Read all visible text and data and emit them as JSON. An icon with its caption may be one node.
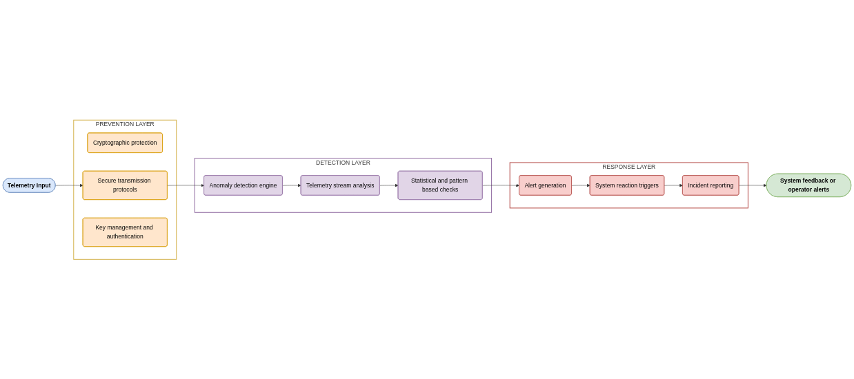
{
  "diagram": {
    "nodes": [
      {
        "text": [
          "Telemetry Input"
        ]
      },
      {
        "text": [
          "PREVENTION LAYER"
        ]
      },
      {
        "text": [
          "Cryptographic protection"
        ],
        "in": 1
      },
      {
        "text": [
          "Secure transmission protocols"
        ],
        "in": 1
      },
      {
        "text": [
          "Key management and authentication"
        ],
        "in": 1
      },
      {
        "text": [
          "DETECTION LAYER"
        ]
      },
      {
        "text": [
          "Anomaly detection engine"
        ],
        "in": 5
      },
      {
        "text": [
          "Telemetry stream analysis"
        ],
        "in": 5
      },
      {
        "text": [
          "Statistical and pattern based checks"
        ],
        "in": 5
      },
      {
        "text": [
          "RESPONSE LAYER"
        ]
      },
      {
        "text": [
          "Alert generation"
        ],
        "in": 9
      },
      {
        "text": [
          "System reaction triggers"
        ],
        "in": 9
      },
      {
        "text": [
          "Incident reporting"
        ],
        "in": 9
      },
      {
        "text": [
          "System feedback or operator alerts"
        ]
      }
    ],
    "edges": [
      {
        "from": 0,
        "to": 3,
        "arrow": "to"
      },
      {
        "from": 3,
        "to": 6,
        "arrow": "to"
      },
      {
        "from": 6,
        "to": 7,
        "arrow": "to"
      },
      {
        "from": 7,
        "to": 8,
        "arrow": "to"
      },
      {
        "from": 8,
        "to": 10,
        "arrow": "to"
      },
      {
        "from": 10,
        "to": 11,
        "arrow": "to"
      },
      {
        "from": 11,
        "to": 12,
        "arrow": "to"
      },
      {
        "from": 12,
        "to": 13,
        "arrow": "to"
      }
    ]
  }
}
